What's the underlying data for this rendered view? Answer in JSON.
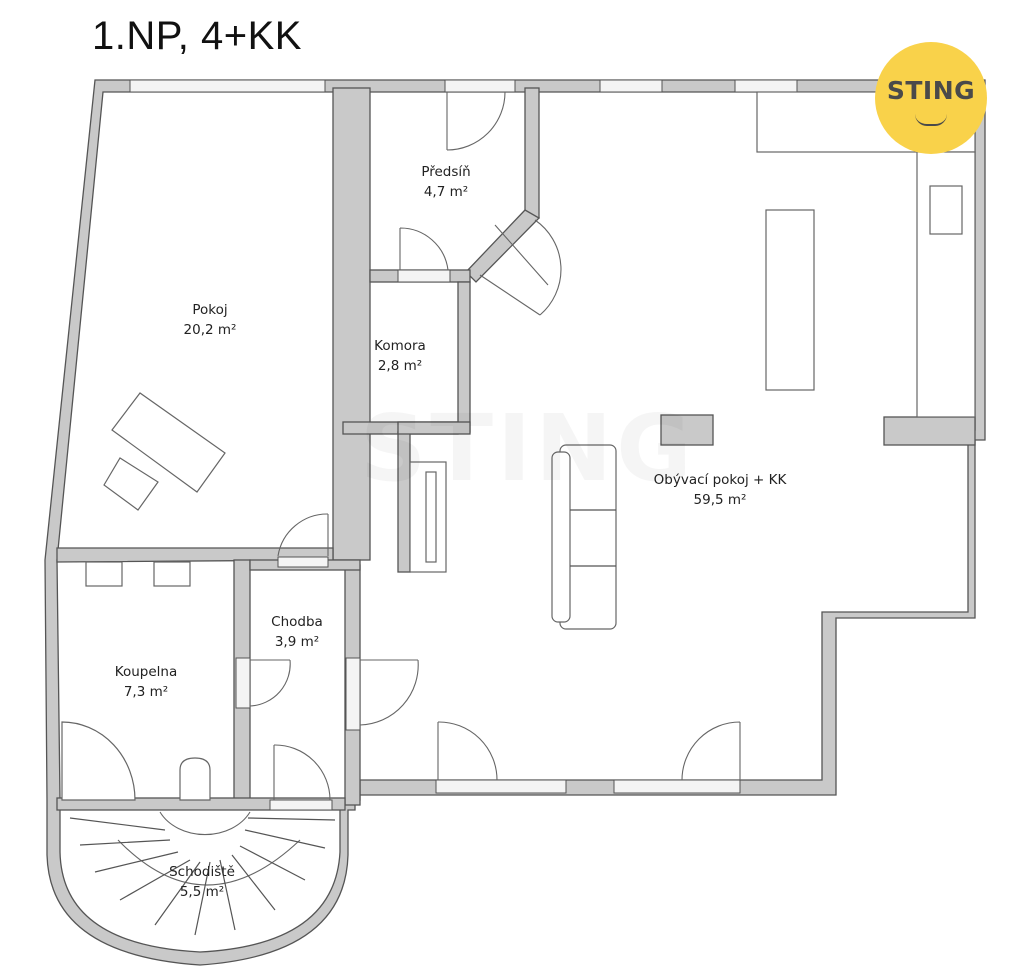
{
  "title": "1.NP, 4+KK",
  "logo": {
    "text": "STING",
    "color": "#f9d24a"
  },
  "watermark": "STING",
  "rooms": [
    {
      "name": "Předsíň",
      "area": "4,7 m²"
    },
    {
      "name": "Pokoj",
      "area": "20,2 m²"
    },
    {
      "name": "Komora",
      "area": "2,8 m²"
    },
    {
      "name": "Obývací pokoj + KK",
      "area": "59,5 m²"
    },
    {
      "name": "Chodba",
      "area": "3,9 m²"
    },
    {
      "name": "Koupelna",
      "area": "7,3 m²"
    },
    {
      "name": "Schodiště",
      "area": "5,5 m²"
    }
  ]
}
